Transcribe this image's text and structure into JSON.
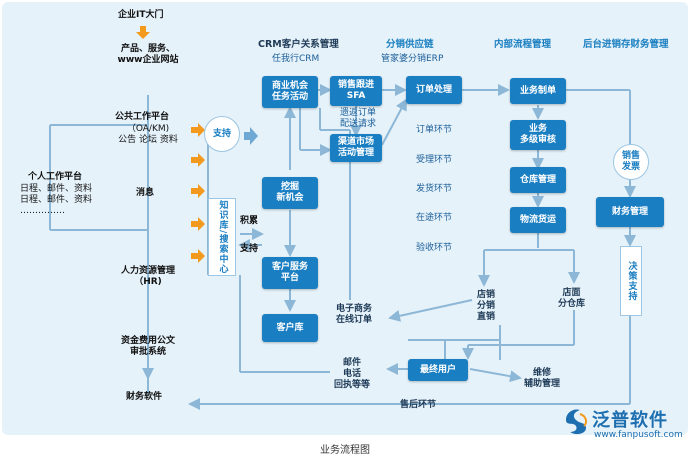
{
  "caption": "业务流程图",
  "headers": {
    "crm": "CRM客户关系管理",
    "crm_sub": "任我行CRM",
    "dist": "分销供应链",
    "dist_sub": "管家婆分销ERP",
    "internal": "内部流程管理",
    "backend": "后台进销存财务管理"
  },
  "left": {
    "portal": "企业IT大门",
    "products": [
      "产品、服务、",
      "www企业网站"
    ],
    "public_platform": "公共工作平台",
    "public_sub": [
      "（OA/KM)",
      "公告 论坛 资料"
    ],
    "personal": "个人工作平台",
    "personal_lines": [
      "日程、邮件、资料",
      "日程、邮件、资料",
      "……………"
    ],
    "message": "消息",
    "hr": [
      "人力资源管理",
      "（HR)"
    ],
    "approval": [
      "资金费用公文",
      "审批系统"
    ],
    "finance_sw": "财务软件"
  },
  "center": {
    "support_circle": "支持",
    "knowledge": "知识库/搜索中心",
    "accumulate": "积累",
    "support2": "支持",
    "biz_opportunity": [
      "商业机会",
      "任务活动"
    ],
    "dig": [
      "挖掘",
      "新机会"
    ],
    "cust_service": [
      "客户服务",
      "平台"
    ],
    "cust_lib": "客户库",
    "sales_follow": [
      "销售跟进",
      "SFA"
    ],
    "channel": [
      "渠道市场",
      "活动管理"
    ],
    "loss_order": [
      "遗返订单",
      "配送请求"
    ],
    "order_proc": "订单处理",
    "order_links": [
      "订单环节",
      "受理环节",
      "发货环节",
      "在途环节",
      "验收环节"
    ]
  },
  "right": {
    "biz_make": "业务制单",
    "multi_audit": [
      "业务",
      "多级审核"
    ],
    "warehouse": "仓库管理",
    "logistics": "物流货运",
    "sales_invoice": [
      "销售",
      "发票"
    ],
    "finance_mgmt": "财务管理",
    "decision": "决策支持"
  },
  "bottom": {
    "ecommerce": [
      "电子商务",
      "在线订单"
    ],
    "store_sales": [
      "店销",
      "分销",
      "直销"
    ],
    "store_dist": [
      "店面",
      "分仓库"
    ],
    "end_user": "最终用户",
    "contact": [
      "邮件",
      "电话",
      "回执等等"
    ],
    "repair": [
      "维修",
      "辅助管理"
    ],
    "after_sales": "售后环节"
  },
  "logo": {
    "brand": "泛普软件",
    "url": "www.fanpusoft.com"
  },
  "colors": {
    "box": "#1a7ec2",
    "panel": "#e6f2fa",
    "arrow_orange": "#f39a1e",
    "line": "#8db7d6"
  }
}
